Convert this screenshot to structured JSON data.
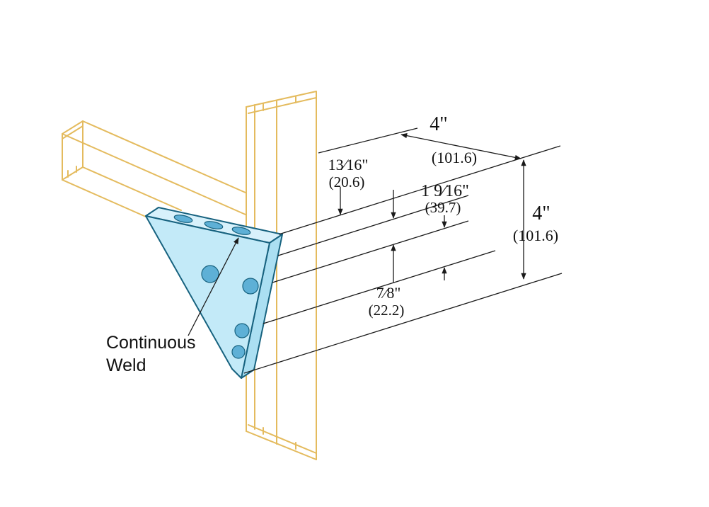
{
  "diagram": {
    "note": {
      "line1": "Continuous",
      "line2": "Weld"
    },
    "dims": {
      "top_depth": {
        "in": "4\"",
        "mm": "(101.6)"
      },
      "first_hole": {
        "in": "13⁄16\"",
        "mm": "(20.6)"
      },
      "hole_spacing": {
        "in": "1 9⁄16\"",
        "mm": "(39.7)"
      },
      "side_height": {
        "in": "4\"",
        "mm": "(101.6)"
      },
      "lower_offset": {
        "in": "7⁄8\"",
        "mm": "(22.2)"
      }
    },
    "colors": {
      "channel_stroke": "#e4bb5e",
      "bracket_fill": "#c3eaf8",
      "bracket_top_fill": "#d8f1fb",
      "bracket_side_fill": "#abdff2",
      "bracket_stroke": "#17627f",
      "hole_fill": "#5eb0d6",
      "dimension_stroke": "#1a1a1a",
      "background": "#ffffff"
    }
  }
}
